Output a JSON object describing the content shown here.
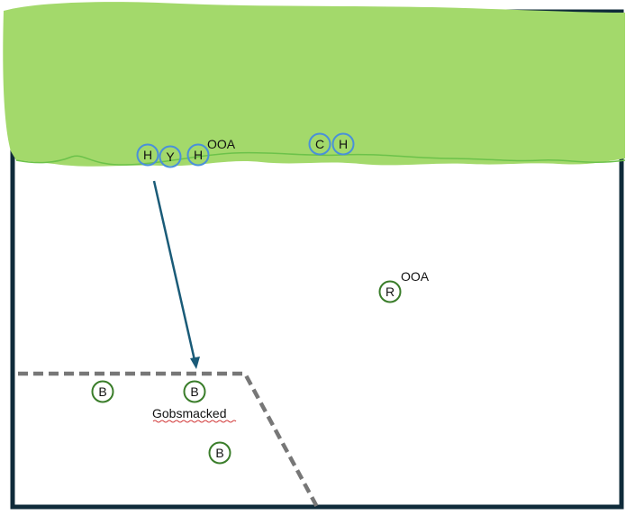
{
  "colors": {
    "background": "#ffffff",
    "frame": "#0f2b3a",
    "green_zone_fill": "#a3d96b",
    "green_zone_edge": "#6cc24a",
    "blue_marker_stroke": "#4a90d9",
    "green_marker_stroke": "#3a7d2a",
    "arrow": "#1a5b78",
    "dashed_boundary": "#777777",
    "spellcheck_underline": "#d23c3c"
  },
  "green_zone": {
    "markers": [
      {
        "label": "H",
        "style": "blue"
      },
      {
        "label": "Y",
        "style": "blue"
      },
      {
        "label": "H",
        "style": "blue"
      },
      {
        "label": "C",
        "style": "blue"
      },
      {
        "label": "H",
        "style": "blue"
      }
    ],
    "annotation": "OOA"
  },
  "field": {
    "r_marker": {
      "label": "R",
      "style": "green"
    },
    "r_annotation": "OOA"
  },
  "bottom_zone": {
    "markers": [
      {
        "label": "B",
        "style": "green"
      },
      {
        "label": "B",
        "style": "green"
      },
      {
        "label": "B",
        "style": "green"
      }
    ],
    "annotation": "Gobsmacked"
  },
  "arrow": {
    "icon": "arrow-down-icon"
  }
}
